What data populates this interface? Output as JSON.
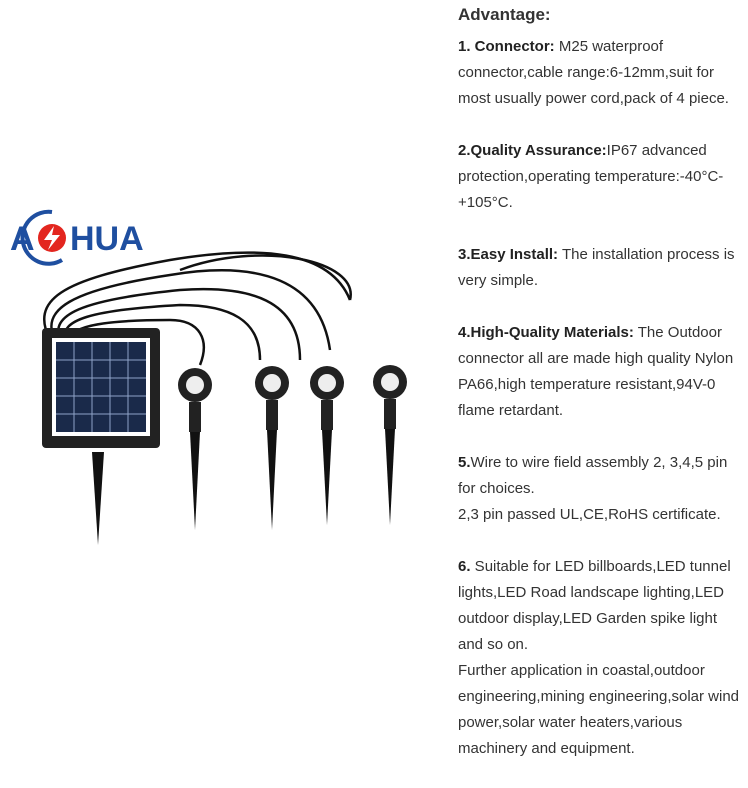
{
  "logo": {
    "text": "AOHUA",
    "colors": {
      "blue": "#1f4fa0",
      "red": "#e3261f"
    }
  },
  "heading": "Advantage:",
  "items": [
    {
      "label": "1. Connector:",
      "text": " M25 waterproof connector,cable range:6-12mm,suit for most usually power cord,pack of 4 piece."
    },
    {
      "label": "2.Quality Assurance:",
      "text": "IP67 advanced protection,operating temperature:-40°C-+105°C."
    },
    {
      "label": "3.Easy Install:",
      "text": " The installation process is very simple."
    },
    {
      "label": "4.High-Quality Materials:",
      "text": " The Outdoor connector all are made high quality Nylon PA66,high temperature resistant,94V-0 flame retardant."
    },
    {
      "label": "5.",
      "text": "Wire to wire field assembly 2, 3,4,5 pin for choices.",
      "extra": "2,3 pin passed UL,CE,RoHS certificate."
    },
    {
      "label": "6.",
      "text": " Suitable for LED billboards,LED tunnel lights,LED Road landscape lighting,LED outdoor display,LED Garden spike light and so on.",
      "extra": "Further application in coastal,outdoor engineering,mining engineering,solar wind power,solar water heaters,various machinery and equipment."
    }
  ]
}
